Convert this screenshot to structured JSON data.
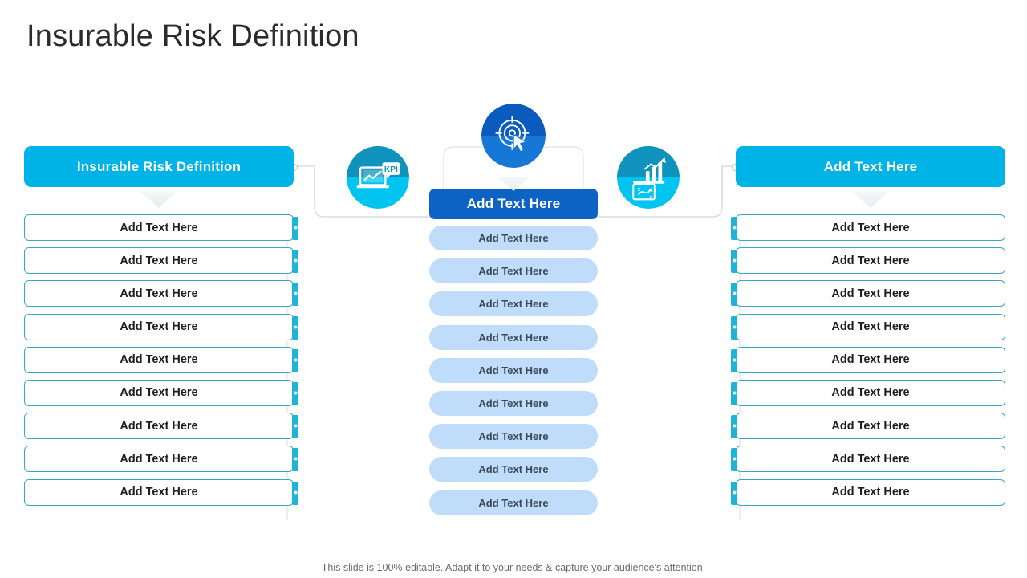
{
  "slide": {
    "title": "Insurable Risk Definition",
    "footer_note": "This slide is 100% editable. Adapt it to your needs & capture your audience's attention."
  },
  "colors": {
    "cyan_header": "#00b3e6",
    "blue_header": "#0d63c4",
    "item_outline": "#3aa8c4",
    "item_tab": "#1db4d8",
    "pill_background": "#bfdcfa",
    "pill_text": "#3c4858",
    "title_text": "#2b2b2b",
    "footer_text": "#6b6b6b",
    "connector_line": "#d8dde1"
  },
  "columns": {
    "left": {
      "header": "Insurable Risk Definition",
      "items": [
        "Add  Text Here",
        "Add  Text Here",
        "Add  Text Here",
        "Add  Text Here",
        "Add  Text Here",
        "Add  Text Here",
        "Add  Text Here",
        "Add  Text Here",
        "Add  Text Here"
      ]
    },
    "center": {
      "header": "Add Text Here",
      "items": [
        "Add  Text Here",
        "Add  Text Here",
        "Add  Text Here",
        "Add  Text Here",
        "Add  Text Here",
        "Add  Text Here",
        "Add  Text Here",
        "Add  Text Here",
        "Add  Text Here"
      ]
    },
    "right": {
      "header": "Add Text Here",
      "items": [
        "Add  Text Here",
        "Add  Text Here",
        "Add  Text Here",
        "Add  Text Here",
        "Add  Text Here",
        "Add  Text Here",
        "Add  Text Here",
        "Add  Text Here",
        "Add  Text Here"
      ]
    }
  },
  "icons": [
    {
      "name": "kpi-laptop-icon",
      "label": "KPI"
    },
    {
      "name": "target-cursor-icon",
      "label": ""
    },
    {
      "name": "growth-strategy-icon",
      "label": ""
    }
  ]
}
